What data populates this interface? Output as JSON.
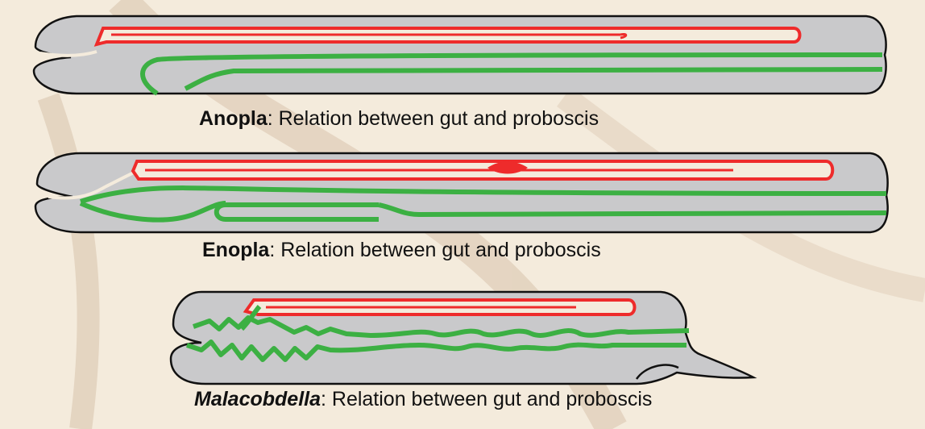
{
  "colors": {
    "background": "#f4ebdc",
    "body": "#c9c9cb",
    "outline": "#111111",
    "proboscis": "#ee2b2b",
    "gut": "#3cb043",
    "lumen": "#f4ebdc"
  },
  "diagrams": [
    {
      "id": "anopla",
      "taxon": "Anopla",
      "caption_rest": ": Relation between gut and proboscis"
    },
    {
      "id": "enopla",
      "taxon": "Enopla",
      "caption_rest": ": Relation between gut and proboscis"
    },
    {
      "id": "malacobdella",
      "taxon": "Malacobdella",
      "caption_rest": ": Relation between gut and proboscis"
    }
  ]
}
